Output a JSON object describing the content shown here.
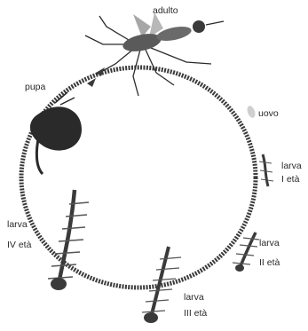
{
  "labels": {
    "adult": "adulto",
    "egg": "uovo",
    "larva_1_line1": "larva",
    "larva_1_line2": "I età",
    "larva_2_line1": "larva",
    "larva_2_line2": "II età",
    "larva_3_line1": "larva",
    "larva_3_line2": "III età",
    "larva_4_line1": "larva",
    "larva_4_line2": "IV età",
    "pupa": "pupa"
  },
  "colors": {
    "cycle": "#3a3a3a",
    "ink": "#2a2a2a",
    "shade": "#6e6e6e",
    "background": "#ffffff"
  },
  "icons": {
    "adult": "mosquito-icon",
    "egg": "egg-icon",
    "larva": "larva-icon",
    "pupa": "pupa-icon"
  }
}
